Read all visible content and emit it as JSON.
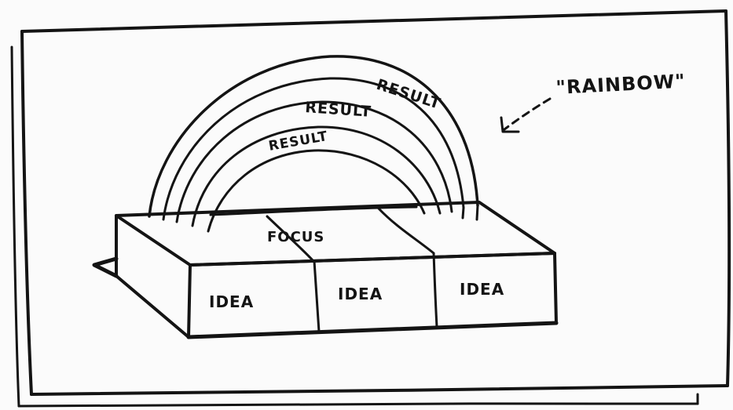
{
  "labels": {
    "rainbow": "\"RAINBOW\"",
    "arc_outer": "RESULT",
    "arc_middle": "RESULT",
    "arc_inner": "RESULT",
    "focus": "FOCUS",
    "idea_left": "IDEA",
    "idea_middle": "IDEA",
    "idea_right": "IDEA"
  },
  "colors": {
    "ink": "#141414",
    "paper": "#fbfbfb"
  }
}
